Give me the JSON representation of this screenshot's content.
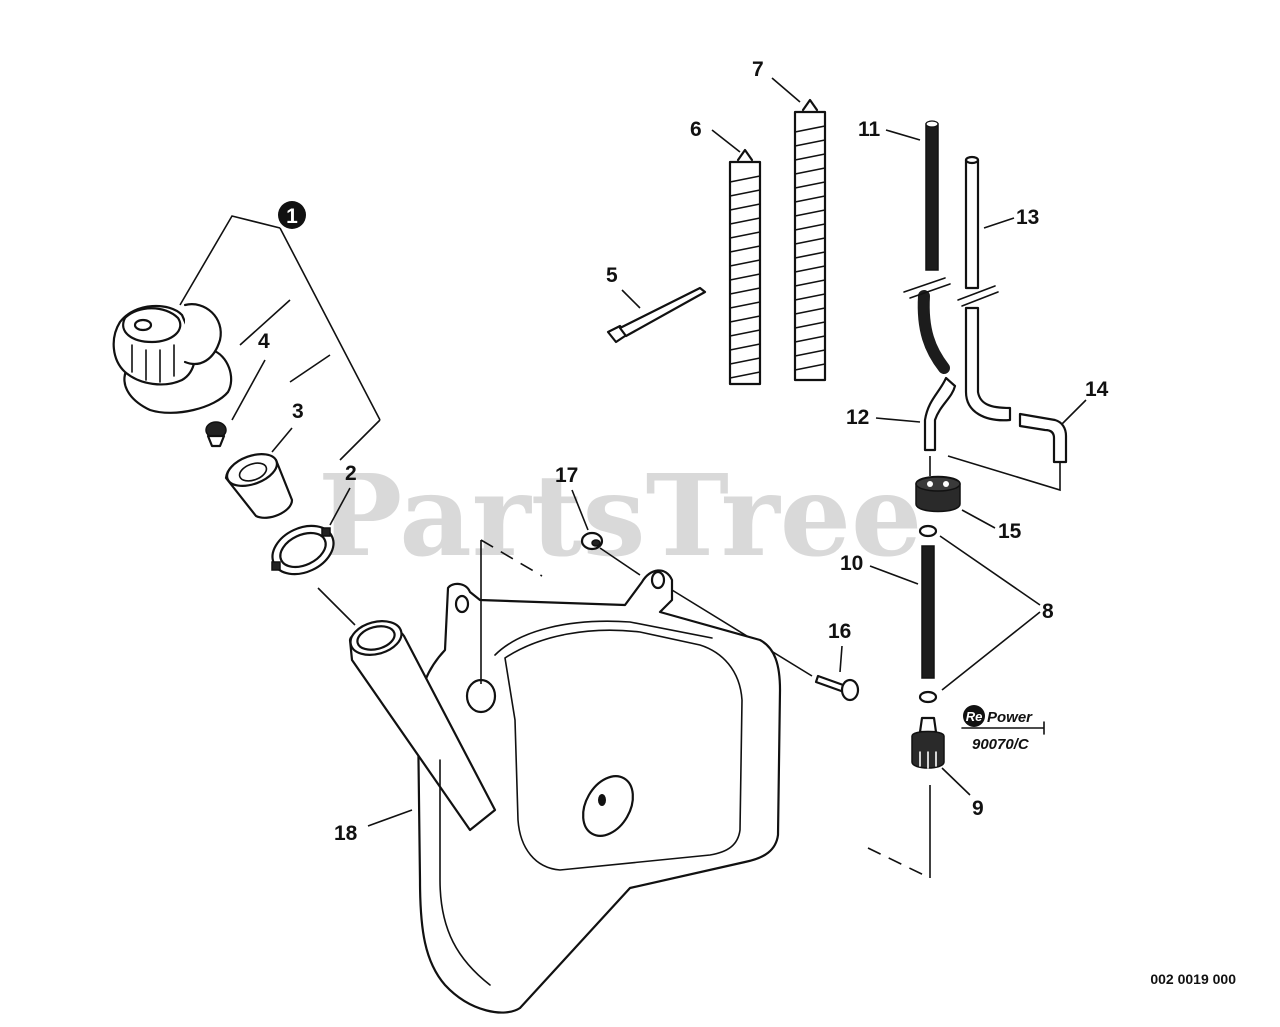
{
  "watermark": "PartsTree",
  "callouts": {
    "c1": "1",
    "c2": "2",
    "c3": "3",
    "c4": "4",
    "c5": "5",
    "c6": "6",
    "c7": "7",
    "c8": "8",
    "c9": "9",
    "c10": "10",
    "c11": "11",
    "c12": "12",
    "c13": "13",
    "c14": "14",
    "c15": "15",
    "c16": "16",
    "c17": "17",
    "c18": "18"
  },
  "repower": {
    "re": "Re",
    "power": "Power",
    "part_number": "90070/C"
  },
  "drawing_number": "002 0019 000"
}
